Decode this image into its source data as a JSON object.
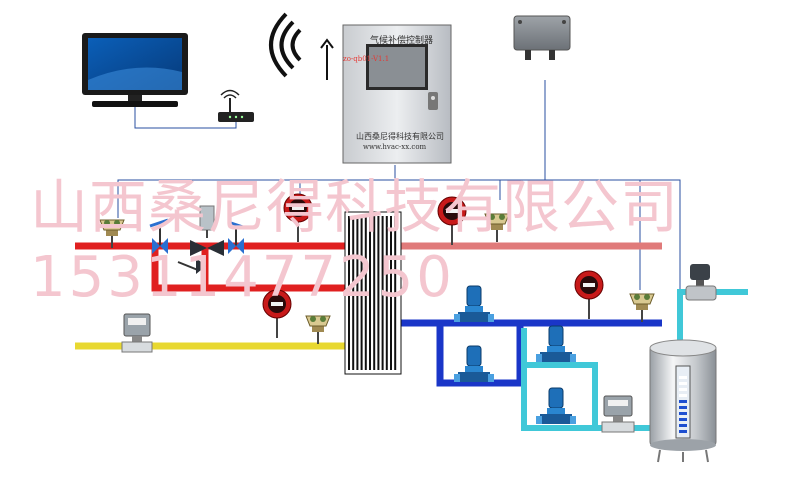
{
  "controller": {
    "title": "气候补偿控制器",
    "model": "zo-qb01-V1.1",
    "company": "山西桑尼得科技有限公司",
    "website": "www.hvac-xx.com"
  },
  "watermark": {
    "company": "山西桑尼得科技有限公司",
    "phone": "15311477250"
  },
  "colors": {
    "hot_supply_pipe": "#e02020",
    "hot_return_pipe": "#e07a7a",
    "cold_pipe": "#1a36c8",
    "makeup_pipe": "#40c8d8",
    "gas_pipe": "#e0d020",
    "exchanger": "#1a1a1a"
  },
  "icons": [
    "monitor-icon",
    "router-icon",
    "wireless-signal-icon",
    "junction-box-icon",
    "temperature-sensor-icon",
    "pressure-gauge-icon",
    "pump-icon",
    "valve-icon",
    "flow-meter-icon",
    "solenoid-valve-icon",
    "water-tank-icon"
  ]
}
